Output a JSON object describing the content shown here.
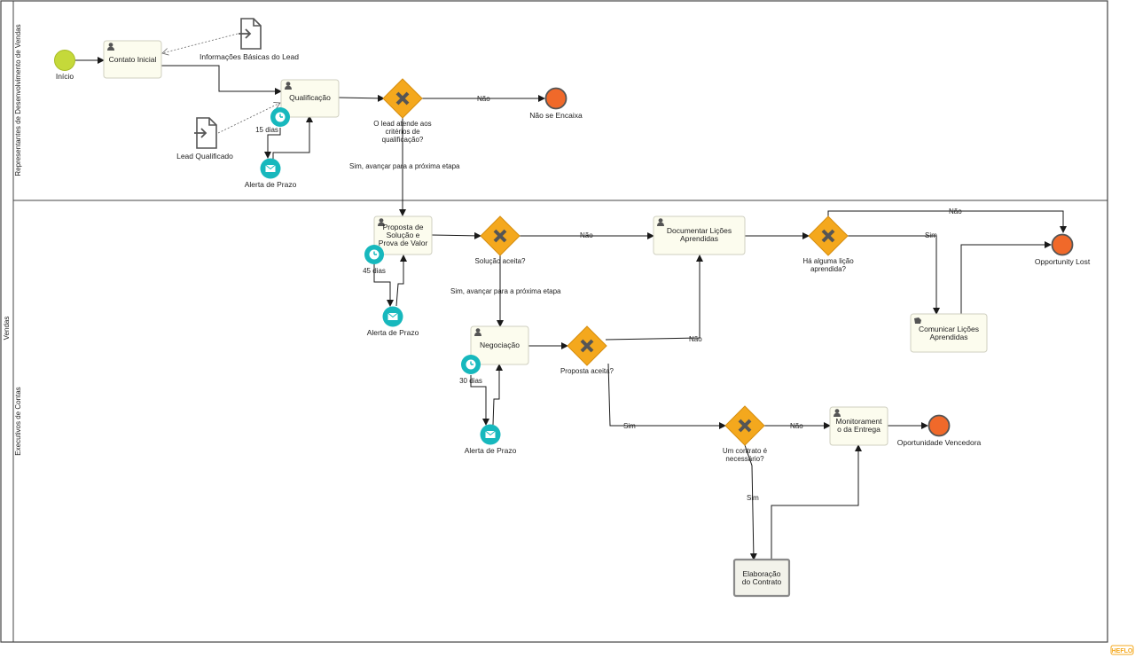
{
  "pool": {
    "label": "Vendas"
  },
  "lanes": [
    {
      "label": "Representantes de Desenvolvimento de Vendas"
    },
    {
      "label": "Executivos de Contas"
    }
  ],
  "events": {
    "start": "Início",
    "end_nao_encaixa": "Não se Encaixa",
    "end_opportunity_lost": "Opportunity Lost",
    "end_oportunidade_vencedora": "Oportunidade Vencedora"
  },
  "tasks": {
    "contato_inicial": "Contato Inicial",
    "qualificacao": "Qualificação",
    "proposta": [
      "Proposta de",
      "Solução e",
      "Prova de Valor"
    ],
    "documentar": [
      "Documentar Lições",
      "Aprendidas"
    ],
    "comunicar": [
      "Comunicar Lições",
      "Aprendidas"
    ],
    "negociacao": "Negociação",
    "monitoramento": [
      "Monitorament",
      "o da Entrega"
    ],
    "elaboracao": [
      "Elaboração",
      "do Contrato"
    ]
  },
  "data_objects": {
    "info_lead": "Informações Básicas do Lead",
    "lead_qualificado": "Lead Qualificado"
  },
  "timers": {
    "t1": "15 dias",
    "t2": "45 dias",
    "t3": "30 dias"
  },
  "messages": {
    "m1": "Alerta de Prazo",
    "m2": "Alerta de Prazo",
    "m3": "Alerta de Prazo"
  },
  "gateways": {
    "g1": [
      "O lead atende aos",
      "critérios de",
      "qualificação?"
    ],
    "g2": [
      "Solução aceita?"
    ],
    "g3": [
      "Há alguma lição",
      "aprendida?"
    ],
    "g4": [
      "Proposta aceita?"
    ],
    "g5": [
      "Um contrato é",
      "necessário?"
    ]
  },
  "flow_labels": {
    "g1_nao": "Não",
    "g1_sim": "Sim, avançar para a próxima etapa",
    "g2_nao": "Não",
    "g2_sim": "Sim, avançar para a próxima etapa",
    "g3_nao": "Não",
    "g3_sim": "Sim",
    "g4_nao": "Não",
    "g4_sim": "Sim",
    "g5_nao": "Não",
    "g5_sim": "Sim"
  },
  "brand": {
    "logo_text": "HEFLO"
  },
  "colors": {
    "start": "#c5d93a",
    "end": "#f0692a",
    "gateway": "#f4a81d",
    "timer": "#17b8bd",
    "task_fill": "#fcfcee"
  }
}
